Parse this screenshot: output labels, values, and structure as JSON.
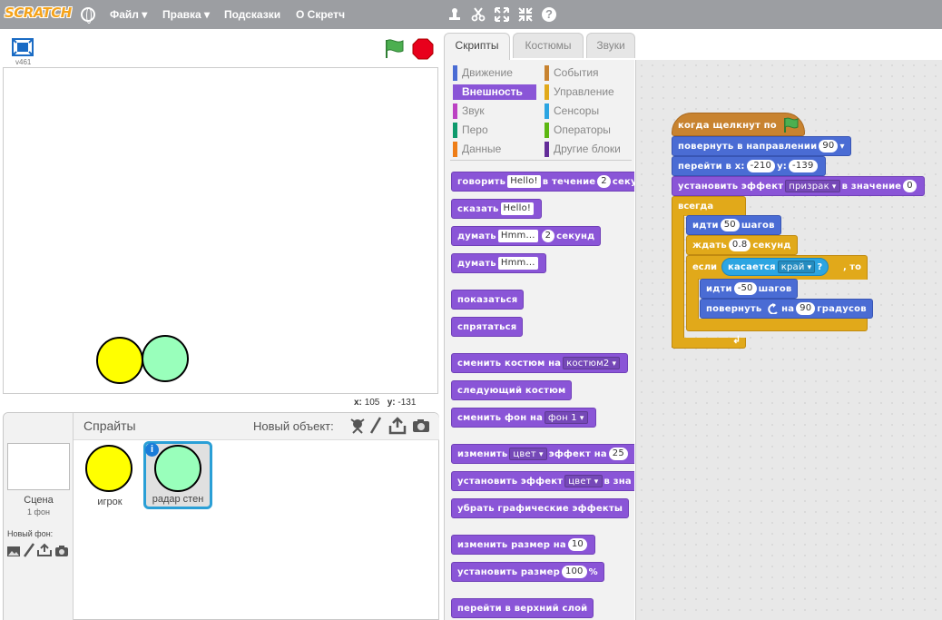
{
  "topbar": {
    "logo": "SCRATCH",
    "menu_file": "Файл",
    "menu_edit": "Правка",
    "menu_tips": "Подсказки",
    "menu_about": "О Скретч",
    "tools": [
      "stamp-icon",
      "scissors-icon",
      "grow-icon",
      "shrink-icon",
      "help-icon"
    ],
    "help_label": "?"
  },
  "stage": {
    "version": "v461",
    "coord_x_label": "x:",
    "coord_x": "105",
    "coord_y_label": "y:",
    "coord_y": "-131",
    "sprites": [
      {
        "name": "игрок",
        "color": "#ffff00"
      },
      {
        "name": "радар стен",
        "color": "#99ffbb"
      }
    ]
  },
  "sprite_pane": {
    "title": "Спрайты",
    "new_object": "Новый объект:",
    "scene_label": "Сцена",
    "scene_sub": "1 фон",
    "new_backdrop": "Новый фон:",
    "sprite_tiles": [
      {
        "label": "игрок",
        "color": "#ffff00"
      },
      {
        "label": "радар стен",
        "color": "#99ffbb"
      }
    ],
    "info_badge": "i"
  },
  "tabs": {
    "scripts": "Скрипты",
    "costumes": "Костюмы",
    "sounds": "Звуки"
  },
  "categories": [
    {
      "label": "Движение",
      "color": "#4a6cd4"
    },
    {
      "label": "События",
      "color": "#c88330"
    },
    {
      "label": "Внешность",
      "color": "#8a55d7"
    },
    {
      "label": "Управление",
      "color": "#e1a91a"
    },
    {
      "label": "Звук",
      "color": "#bb42c3"
    },
    {
      "label": "Сенсоры",
      "color": "#2ca5e2"
    },
    {
      "label": "Перо",
      "color": "#0e9a6c"
    },
    {
      "label": "Операторы",
      "color": "#5cb712"
    },
    {
      "label": "Данные",
      "color": "#ee7d16"
    },
    {
      "label": "Другие блоки",
      "color": "#632d99"
    }
  ],
  "palette": {
    "say_for": [
      "говорить",
      "Hello!",
      "в течение",
      "2",
      "секунд"
    ],
    "say": [
      "сказать",
      "Hello!"
    ],
    "think_for": [
      "думать",
      "Hmm...",
      "2",
      "секунд"
    ],
    "think": [
      "думать",
      "Hmm..."
    ],
    "show": "показаться",
    "hide": "спрятаться",
    "switch_costume": [
      "сменить костюм на",
      "костюм2"
    ],
    "next_costume": "следующий костюм",
    "switch_backdrop": [
      "сменить фон на",
      "фон 1"
    ],
    "change_effect": [
      "изменить",
      "цвет",
      "эффект на",
      "25"
    ],
    "set_effect": [
      "установить эффект",
      "цвет",
      "в зна"
    ],
    "clear_effects": "убрать графические эффекты",
    "change_size": [
      "изменить размер на",
      "10"
    ],
    "set_size": [
      "установить размер",
      "100",
      "%"
    ],
    "front": "перейти в верхний слой"
  },
  "script": {
    "hat": "когда щелкнут по",
    "point_dir": [
      "повернуть в направлении",
      "90"
    ],
    "goto": [
      "перейти в x:",
      "-210",
      "y:",
      "-139"
    ],
    "set_effect": [
      "установить эффект",
      "призрак",
      "в значение",
      "0"
    ],
    "forever": "всегда",
    "move": [
      "идти",
      "50",
      "шагов"
    ],
    "wait": [
      "ждать",
      "0.8",
      "секунд"
    ],
    "if_label": "если",
    "if_then": ", то",
    "touching": [
      "касается",
      "край",
      "?"
    ],
    "move_back": [
      "идти",
      "-50",
      "шагов"
    ],
    "turn": [
      "повернуть",
      "на",
      "90",
      "градусов"
    ]
  }
}
